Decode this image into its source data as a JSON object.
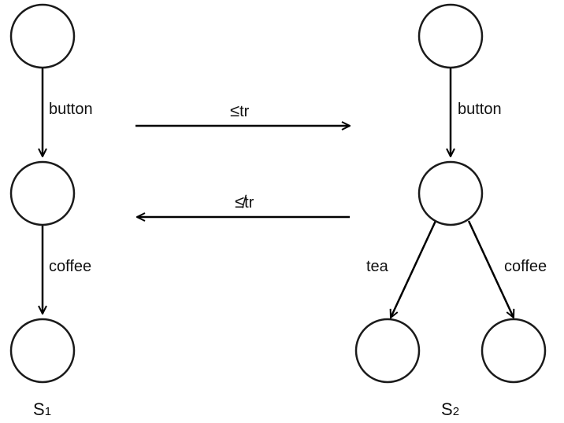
{
  "diagram": {
    "s1": {
      "name": "S",
      "name_sub": "1",
      "edges": {
        "e1": "button",
        "e2": "coffee"
      }
    },
    "s2": {
      "name": "S",
      "name_sub": "2",
      "edges": {
        "e1": "button",
        "e2": "tea",
        "e3": "coffee"
      }
    },
    "relations": {
      "forward": {
        "symbol": "≤",
        "sub": "tr"
      },
      "backward": {
        "symbol": "≰",
        "sub": "tr"
      }
    },
    "colors": {
      "stroke": "#000000",
      "node_stroke": "#1a1a1a",
      "background": "#ffffff"
    }
  }
}
